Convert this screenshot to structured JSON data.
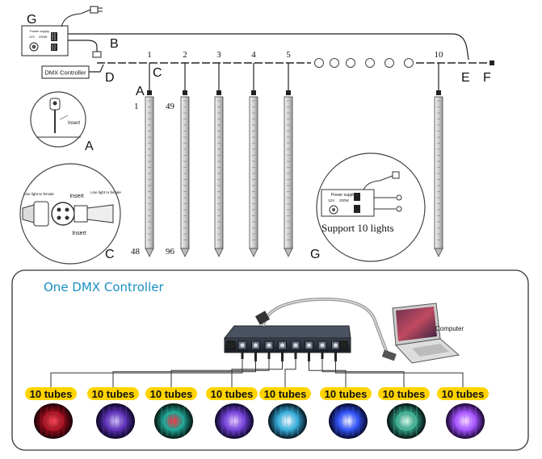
{
  "top": {
    "labels": {
      "g_top": "G",
      "b": "B",
      "c_top": "C",
      "d": "D",
      "a_top": "A",
      "e": "E",
      "f": "F",
      "a_detail": "A",
      "c_detail": "C",
      "g_detail": "G"
    },
    "dmx_box": "DMX Controller",
    "psu_text": "Power supply",
    "psu_spec_left": "12V",
    "psu_spec_right": "200W",
    "tube_numbers": [
      "1",
      "2",
      "3",
      "4",
      "5",
      "10"
    ],
    "first_tube": {
      "top": "1",
      "bottom": "48"
    },
    "second_tube": {
      "top": "49",
      "bottom": "96"
    },
    "insert_a": "Insert",
    "detail_c": {
      "insert_top": "Insert",
      "insert_bottom": "Insert",
      "left_note": "Line light to female",
      "right_note": "Line light to female"
    },
    "support": "Support 10 lights"
  },
  "bottom": {
    "title": "One DMX Controller",
    "computer": "Computer",
    "tube_tags": [
      "10 tubes",
      "10 tubes",
      "10 tubes",
      "10 tubes",
      "10 tubes",
      "10 tubes",
      "10 tubes",
      "10 tubes"
    ],
    "thumb_colors": [
      "#c0182a",
      "#6a3cc8",
      "#22b0a0",
      "#8050e0",
      "#3fb8e0",
      "#3a5cff",
      "#4ac0a0",
      "#b060ff"
    ]
  }
}
